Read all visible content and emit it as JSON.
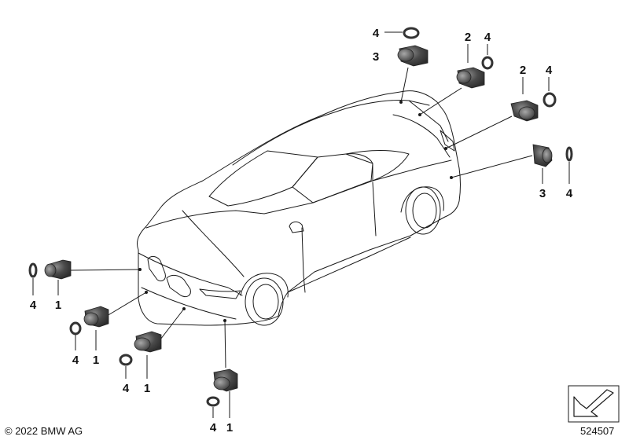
{
  "copyright": "© 2022 BMW AG",
  "diagram_number": "524507",
  "parts": {
    "sensor_front_1": "1",
    "sensor_rear_2": "2",
    "sensor_side_3": "3",
    "sealing_ring_4": "4"
  },
  "callouts": [
    {
      "id": "fl-sensor",
      "part": "1"
    },
    {
      "id": "fl-ring",
      "part": "4"
    },
    {
      "id": "f2-sensor",
      "part": "1"
    },
    {
      "id": "f2-ring",
      "part": "4"
    },
    {
      "id": "f3-sensor",
      "part": "1"
    },
    {
      "id": "f3-ring",
      "part": "4"
    },
    {
      "id": "f4-sensor",
      "part": "1"
    },
    {
      "id": "f4-ring",
      "part": "4"
    },
    {
      "id": "top-ring",
      "part": "4"
    },
    {
      "id": "top-sensor",
      "part": "3"
    },
    {
      "id": "r1-sensor",
      "part": "2"
    },
    {
      "id": "r1-ring",
      "part": "4"
    },
    {
      "id": "r2-sensor",
      "part": "2"
    },
    {
      "id": "r2-ring",
      "part": "4"
    },
    {
      "id": "rs-sensor",
      "part": "3"
    },
    {
      "id": "rs-ring",
      "part": "4"
    }
  ],
  "icons": {
    "catalog_arrow": "catalog-arrow-icon"
  }
}
